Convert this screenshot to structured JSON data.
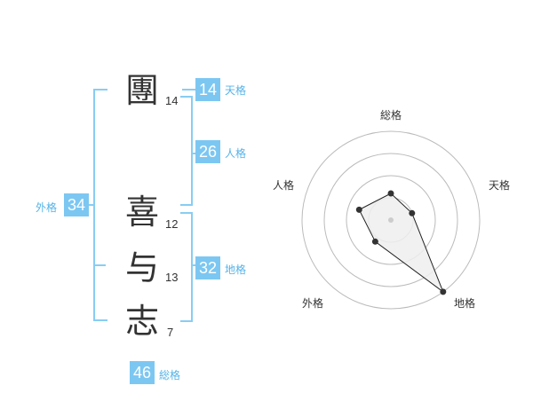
{
  "name": {
    "chars": [
      {
        "char": "團",
        "strokes": "14"
      },
      {
        "char": "喜",
        "strokes": "12"
      },
      {
        "char": "与",
        "strokes": "13"
      },
      {
        "char": "志",
        "strokes": "7"
      }
    ]
  },
  "fortunes": {
    "tenkaku": {
      "value": "14",
      "label": "天格"
    },
    "jinkaku": {
      "value": "26",
      "label": "人格"
    },
    "chikaku": {
      "value": "32",
      "label": "地格"
    },
    "gaikaku": {
      "value": "34",
      "label": "外格"
    },
    "soukaku": {
      "value": "46",
      "label": "総格"
    }
  },
  "radar": {
    "axes": [
      "総格",
      "天格",
      "地格",
      "外格",
      "人格"
    ],
    "levels": 4,
    "max": 4,
    "values": [
      1.2,
      1,
      4,
      1.2,
      1.5
    ],
    "colors": {
      "ring": "#bbbbbb",
      "fill": "#eeeeee",
      "line": "#222222",
      "point": "#333333",
      "center": "#cccccc"
    }
  }
}
